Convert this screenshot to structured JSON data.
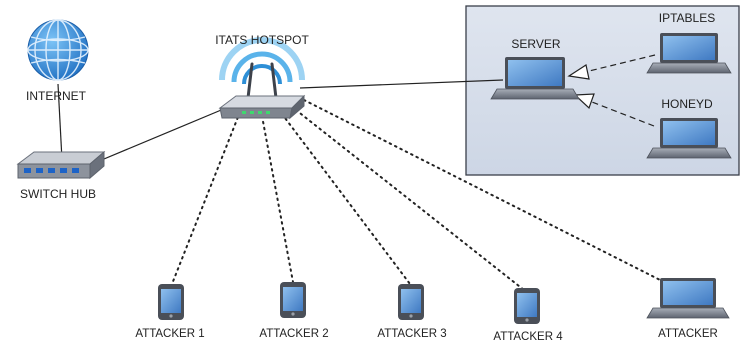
{
  "nodes": {
    "internet": {
      "label": "INTERNET",
      "icon": "globe-icon"
    },
    "switch_hub": {
      "label": "SWITCH HUB",
      "icon": "switch-hub-icon"
    },
    "hotspot": {
      "label": "ITATS HOTSPOT",
      "icon": "wifi-router-icon"
    },
    "server": {
      "label": "SERVER",
      "icon": "laptop-icon"
    },
    "iptables": {
      "label": "IPTABLES",
      "icon": "laptop-icon"
    },
    "honeyd": {
      "label": "HONEYD",
      "icon": "laptop-icon"
    },
    "attackers": [
      {
        "label": "ATTACKER 1",
        "icon": "tablet-icon"
      },
      {
        "label": "ATTACKER 2",
        "icon": "tablet-icon"
      },
      {
        "label": "ATTACKER 3",
        "icon": "tablet-icon"
      },
      {
        "label": "ATTACKER 4",
        "icon": "tablet-icon"
      },
      {
        "label": "ATTACKER",
        "icon": "laptop-icon"
      }
    ]
  },
  "colors": {
    "server_panel_fill": "#d7deeb",
    "server_panel_border": "#3a3f4a",
    "screen_blue": "#5b8fd0",
    "wifi_arc": "#5ab3ea",
    "globe_blue": "#2f86d6",
    "line": "#222222"
  }
}
